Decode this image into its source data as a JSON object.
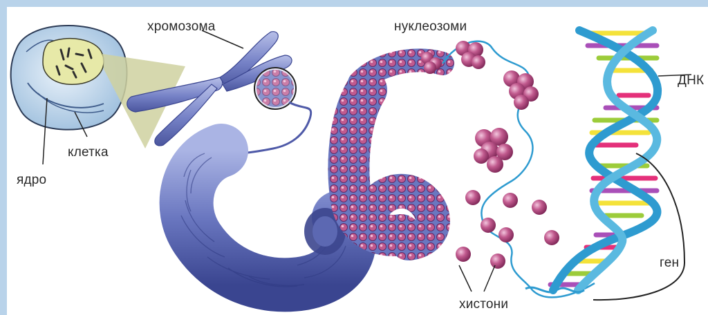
{
  "labels": {
    "chromosome": "хромозома",
    "nucleosomes": "нуклеозоми",
    "dna": "ДНК",
    "cell": "клетка",
    "nucleus": "ядро",
    "gene": "ген",
    "histones": "хистони"
  },
  "colors": {
    "background_border": "#b9d3ea",
    "chromatin_blue": "#5f6cb5",
    "nucleosome_pink": "#b8487e",
    "dna_backbone": "#2e9bd0",
    "cell_fill": "#cfe0f1",
    "nucleus_fill": "#e7e9a8"
  }
}
